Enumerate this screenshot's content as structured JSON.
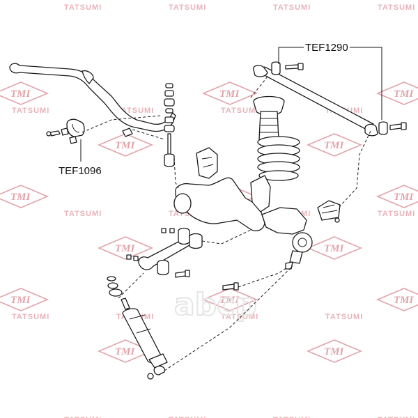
{
  "watermark": {
    "brand_text": "TATSUMI",
    "logo_text": "TMI",
    "logo_color": "#e2a3aa"
  },
  "stamp": {
    "text": "abcp"
  },
  "callouts": [
    {
      "label": "TEF1290"
    },
    {
      "label": "TEF1096"
    }
  ]
}
